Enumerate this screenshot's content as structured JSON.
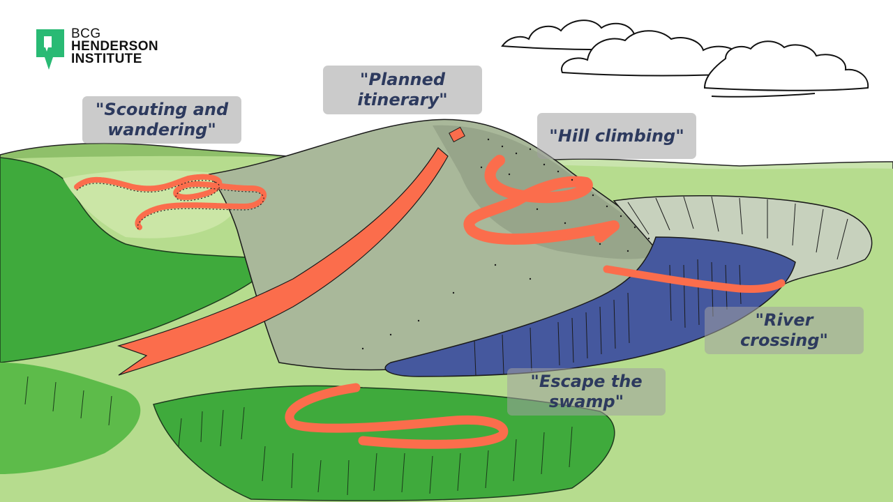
{
  "logo": {
    "line1": "BCG",
    "line2": "HENDERSON",
    "line3": "INSTITUTE",
    "brand_color": "#29ba74"
  },
  "labels": {
    "scouting": "\"Scouting and wandering\"",
    "planned": "\"Planned itinerary\"",
    "hill": "\"Hill climbing\"",
    "river": "\"River crossing\"",
    "swamp": "\"Escape the swamp\""
  },
  "colors": {
    "grass_light": "#b6dc8e",
    "grass_dark": "#3faa3c",
    "hill": "#a9b89a",
    "water": "#45589e",
    "path": "#fb6d4c",
    "label_bg": "#a0a0a0",
    "label_text": "#2d3a5e"
  }
}
